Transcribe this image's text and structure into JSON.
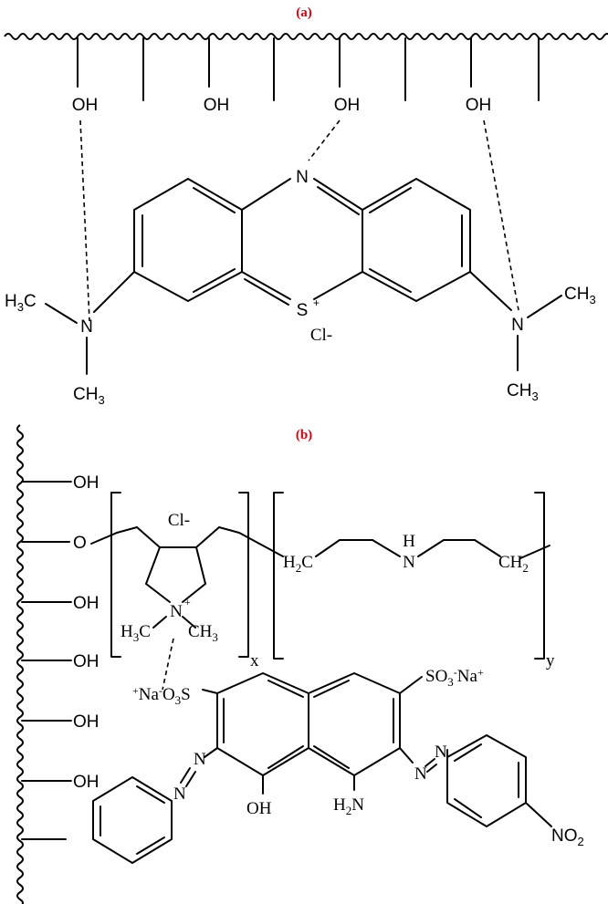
{
  "panels": {
    "a": "(a)",
    "b": "(b)"
  },
  "panel_color": "#e0000d",
  "diagram_a": {
    "hydroxyls": [
      "OH",
      "OH",
      "OH",
      "OH"
    ],
    "ring_nitrogen": "N",
    "ring_sulfur": "S",
    "sulfur_charge": "+",
    "counterion": "Cl-",
    "left_amine": {
      "n": "N",
      "methyl_top": "H",
      "methyl_top_c": "C",
      "methyl_top_sub": "3",
      "methyl_bottom": "CH",
      "methyl_bottom_sub": "3"
    },
    "right_amine": {
      "n": "N",
      "methyl_top": "CH",
      "methyl_top_sub": "3",
      "methyl_bottom": "CH",
      "methyl_bottom_sub": "3"
    }
  },
  "diagram_b": {
    "hydroxyls": [
      "OH",
      "OH",
      "OH",
      "OH",
      "OH"
    ],
    "ether_oxygen": "O",
    "counterion": "Cl-",
    "quat_n": "N",
    "quat_charge": "+",
    "methyl_left": "H",
    "methyl_left_c": "C",
    "methyl_left_sub": "3",
    "methyl_right": "CH",
    "methyl_right_sub": "3",
    "h2c": "H",
    "h2c_sub": "2",
    "h2c_c": "C",
    "nh_h": "H",
    "nh_n": "N",
    "ch2": "CH",
    "ch2_sub": "2",
    "subscript_x": "x",
    "subscript_y": "y",
    "sulfonate_left": {
      "plus": "+",
      "na": "Na",
      "minus": "-",
      "o3s": "O",
      "o3s_sub": "3",
      "s": "S"
    },
    "sulfonate_right": {
      "so": "SO",
      "so_sub": "3",
      "minus": "-",
      "na": "Na",
      "plus": "+"
    },
    "azo_left": "N",
    "azo_left2": "N",
    "azo_right": "N",
    "azo_right2": "N",
    "naphthol_oh": "OH",
    "amino": "H",
    "amino_sub": "2",
    "amino_n": "N",
    "nitro": "NO",
    "nitro_sub": "2"
  }
}
